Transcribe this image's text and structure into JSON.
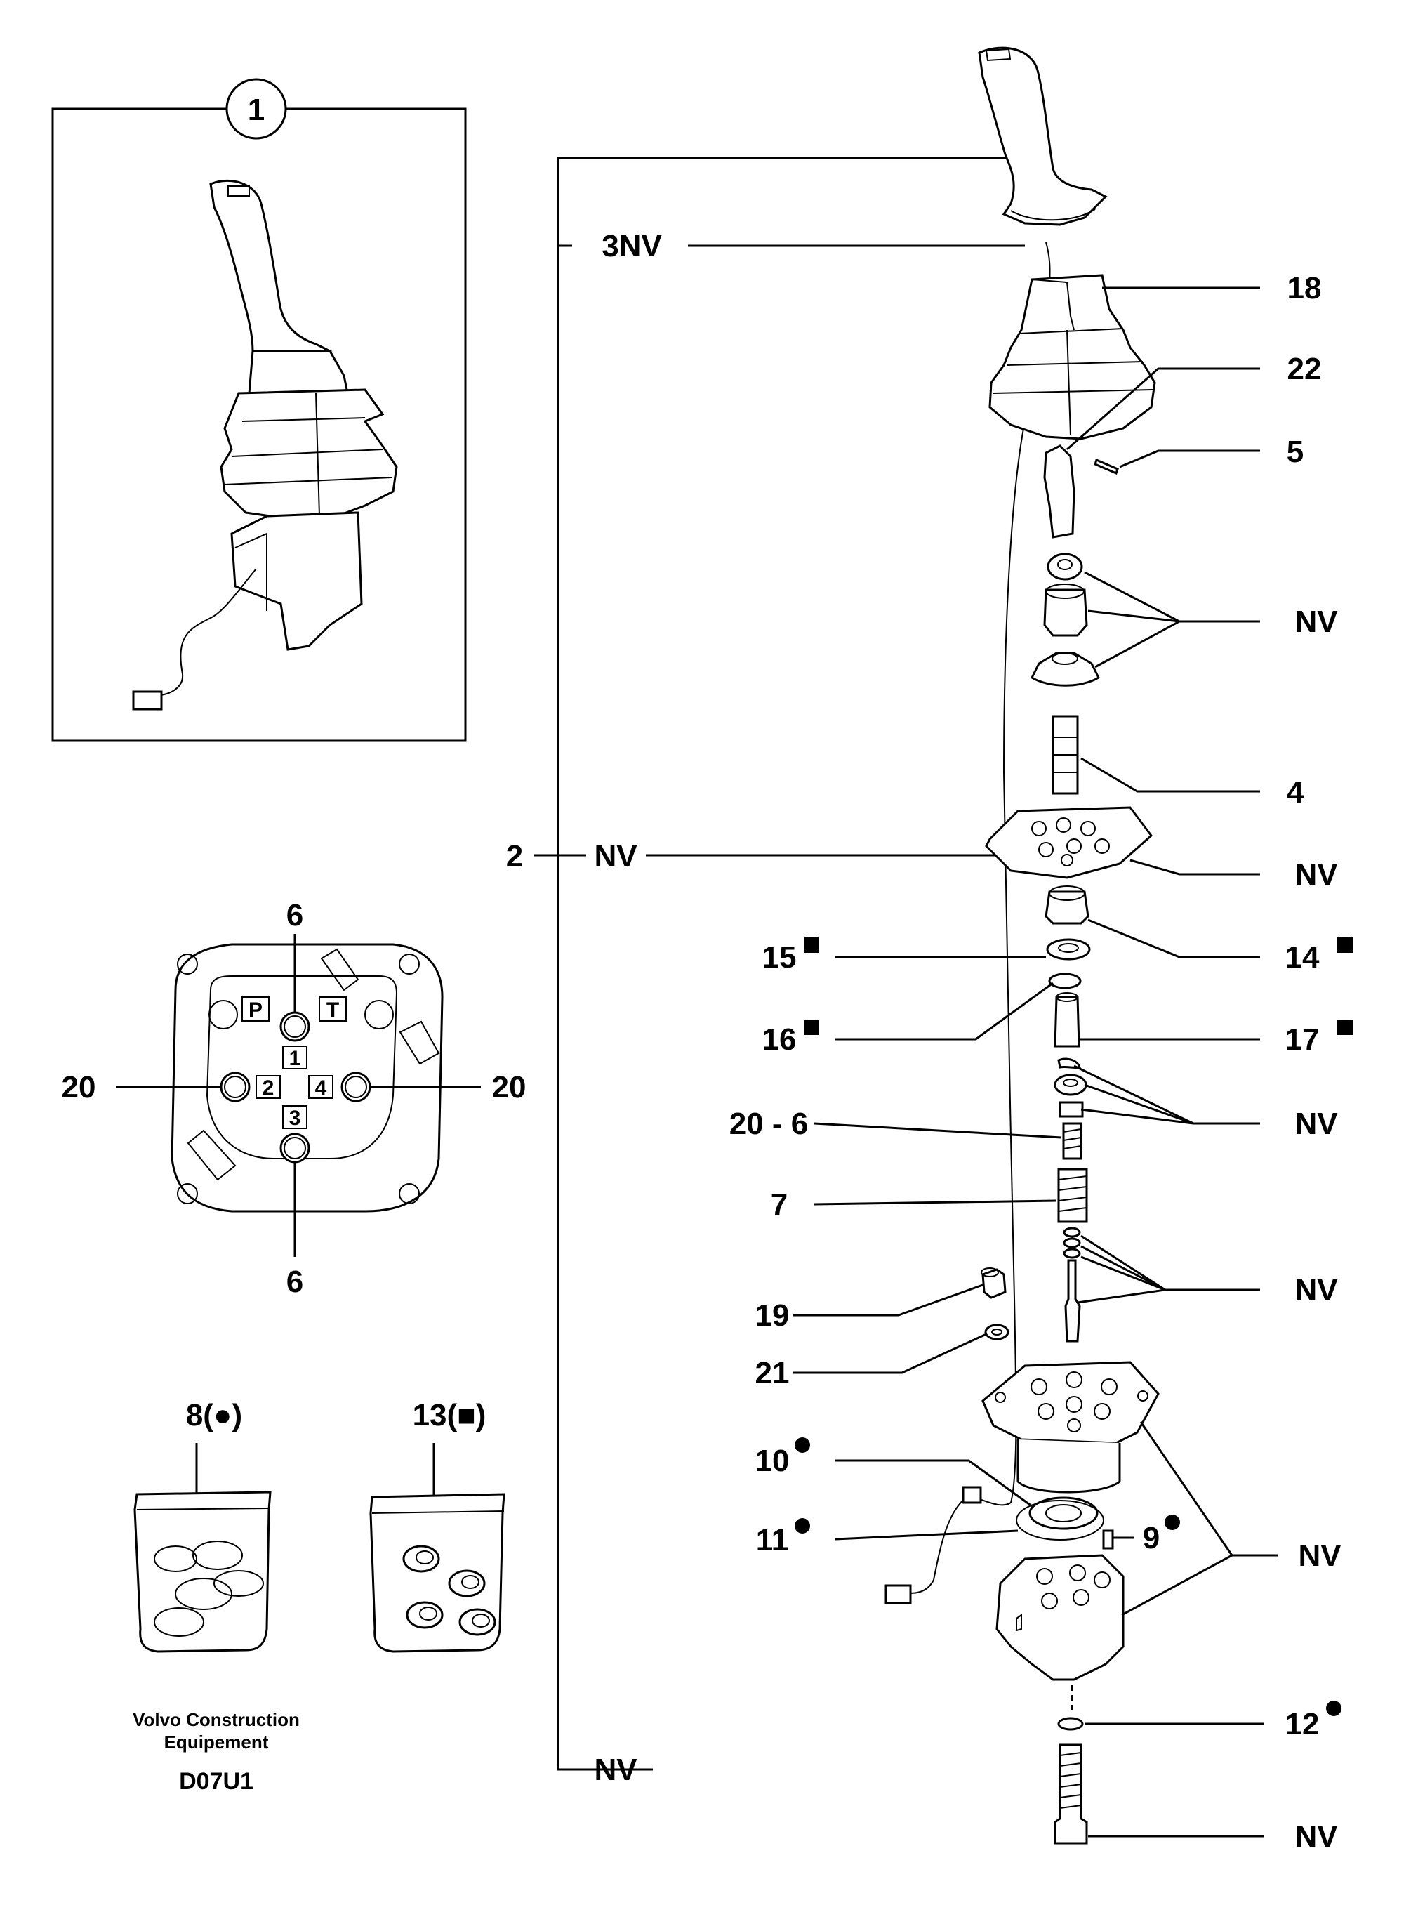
{
  "callouts": {
    "c1": "1",
    "c3nv": "3NV",
    "c18": "18",
    "c22": "22",
    "c5": "5",
    "nv_a": "NV",
    "c4": "4",
    "c2": "2",
    "nv_2": "NV",
    "nv_b": "NV",
    "c15": "15",
    "c14": "14",
    "c16": "16",
    "c17": "17",
    "nv_c": "NV",
    "c20_6": "20 - 6",
    "c7": "7",
    "nv_d": "NV",
    "c19": "19",
    "c21": "21",
    "c10": "10",
    "c11": "11",
    "c9": "9",
    "nv_e": "NV",
    "nv_wire": "NV",
    "c12": "12",
    "nv_f": "NV"
  },
  "ports": {
    "top": "6",
    "bottom": "6",
    "left": "20",
    "right": "20",
    "box_p": "P",
    "box_t": "T",
    "n1": "1",
    "n2": "2",
    "n3": "3",
    "n4": "4"
  },
  "kits": {
    "kit8": "8(●)",
    "kit13": "13(■)"
  },
  "footer": {
    "company_line1": "Volvo Construction",
    "company_line2": "Equipement",
    "code": "D07U1"
  }
}
